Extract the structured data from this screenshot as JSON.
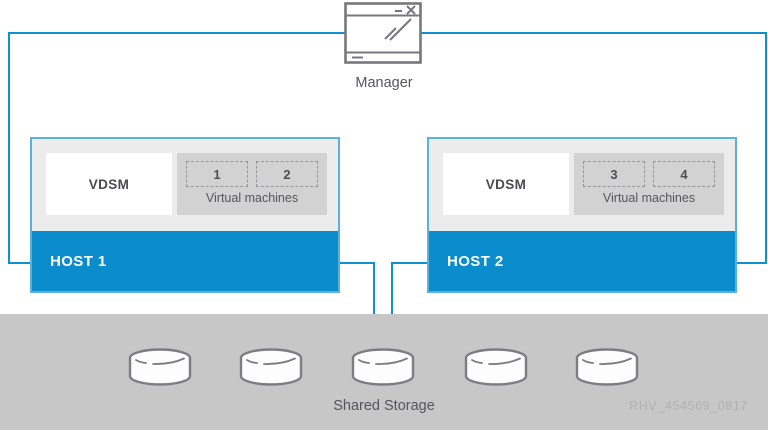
{
  "colors": {
    "accent_blue": "#0a8ccd",
    "connector_blue": "#0f90d0",
    "host_border_blue": "#5cb1dc",
    "host_header_gray": "#ececec",
    "vm_panel_gray": "#d2d2d3",
    "storage_band_gray": "#c7c7c8",
    "icon_gray": "#77787b",
    "text_dark": "#4e4f51",
    "watermark_gray": "#b1b1b3"
  },
  "manager": {
    "label": "Manager"
  },
  "hosts": [
    {
      "name": "HOST 1",
      "vdsm": "VDSM",
      "vm_caption": "Virtual machines",
      "vms": [
        "1",
        "2"
      ]
    },
    {
      "name": "HOST 2",
      "vdsm": "VDSM",
      "vm_caption": "Virtual machines",
      "vms": [
        "3",
        "4"
      ]
    }
  ],
  "storage": {
    "label": "Shared Storage",
    "disk_count": 5
  },
  "watermark": "RHV_454569_0817"
}
